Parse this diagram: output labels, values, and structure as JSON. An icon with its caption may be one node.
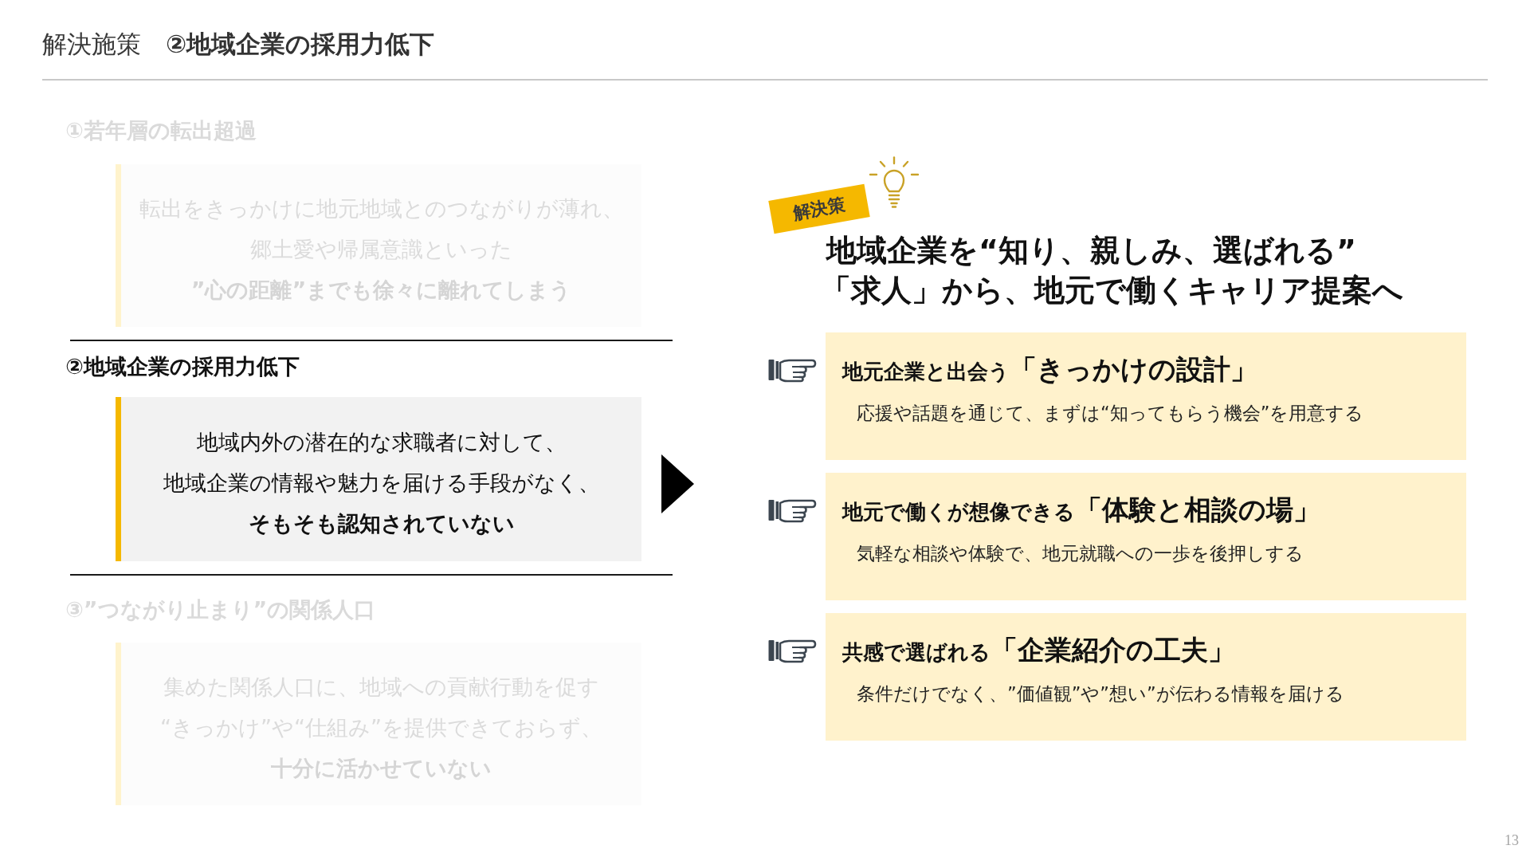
{
  "diagram": {
    "title": "解決施策　**②地域企業の採用力低下**",
    "nodes": [
      {
        "text": [
          "①若年層の転出超過",
          "転出をきっかけに地元地域とのつながりが薄れ、",
          "郷土愛や帰属意識といった",
          "”心の距離”までも徐々に離れてしまう"
        ]
      },
      {
        "text": [
          "②地域企業の採用力低下",
          "地域内外の潜在的な求職者に対して、",
          "地域企業の情報や魅力を届ける手段がなく、",
          "そもそも認知されていない"
        ]
      },
      {
        "text": [
          "③”つながり止まり”の関係人口",
          "集めた関係人口に、地域への貢献行動を促す",
          "“きっかけ”や“仕組み”を提供できておらず、",
          "十分に活かせていない"
        ]
      },
      {
        "text": [
          "解決策"
        ]
      },
      {
        "text": [
          "地元企業と出会う**「きっかけの設計」**",
          "応援や話題を通じて、まずは“知ってもらう機会”を用意する"
        ]
      },
      {
        "text": [
          "地元で働くが想像できる**「体験と相談の場」**",
          "気軽な相談や体験で、地元就職への一歩を後押しする"
        ]
      },
      {
        "text": [
          "共感で選ばれる**「企業紹介の工夫」**",
          "条件だけでなく、”価値観”や”想い”が伝わる情報を届ける"
        ]
      }
    ],
    "labels": [
      "地域企業を“知り、親しみ、選ばれる”",
      "「求人」から、地元で働くキャリア提案へ",
      "13"
    ]
  }
}
